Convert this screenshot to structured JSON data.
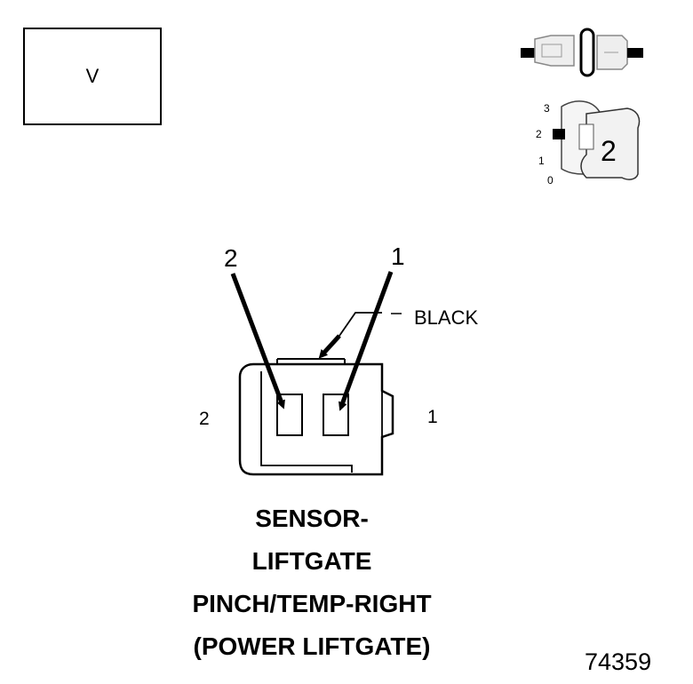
{
  "voltage_box": {
    "label": "V"
  },
  "key_indicator": {
    "positions": [
      "3",
      "2",
      "1",
      "0"
    ],
    "selected": "2"
  },
  "connector": {
    "callout_left": "2",
    "callout_right": "1",
    "color_label": "BLACK",
    "side_left": "2",
    "side_right": "1"
  },
  "title": {
    "line1": "SENSOR-",
    "line2": "LIFTGATE",
    "line3": "PINCH/TEMP-RIGHT",
    "line4": "(POWER LIFTGATE)"
  },
  "figure_number": "74359"
}
